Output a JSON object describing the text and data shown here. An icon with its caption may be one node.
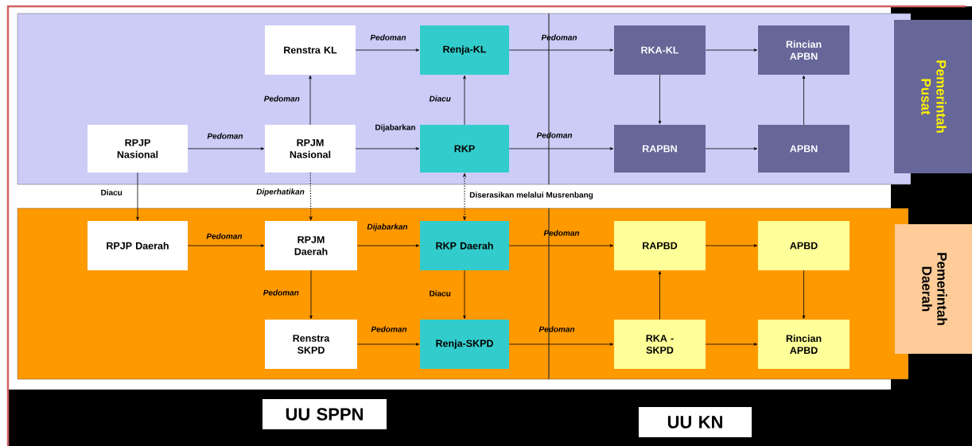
{
  "diagram": {
    "nodes": [
      {
        "text": [],
        "shape": "box"
      },
      {
        "text": [
          "Renstra KL"
        ],
        "in": 0
      },
      {
        "text": [
          "Renja-KL"
        ],
        "in": 0
      },
      {
        "text": [
          "RKA-KL"
        ],
        "in": 0
      },
      {
        "text": [
          "Rincian APBN"
        ],
        "in": 0
      },
      {
        "text": [
          "RPJP Nasional"
        ],
        "in": 0
      },
      {
        "text": [
          "RPJM Nasional"
        ],
        "in": 0
      },
      {
        "text": [
          "RKP"
        ],
        "in": 0
      },
      {
        "text": [
          "RAPBN"
        ],
        "in": 0
      },
      {
        "text": [
          "APBN"
        ],
        "in": 0
      },
      {
        "text": [],
        "shape": "box"
      },
      {
        "text": [
          "RPJP Daerah"
        ],
        "in": 10
      },
      {
        "text": [
          "RPJM Daerah"
        ],
        "in": 10
      },
      {
        "text": [
          "RKP Daerah"
        ],
        "in": 10
      },
      {
        "text": [
          "RAPBD"
        ],
        "in": 10
      },
      {
        "text": [
          "APBD"
        ],
        "in": 10
      },
      {
        "text": [
          "Renstra SKPD"
        ],
        "in": 10
      },
      {
        "text": [
          "Renja-SKPD"
        ],
        "in": 10
      },
      {
        "text": [
          "RKA - SKPD"
        ],
        "in": 10
      },
      {
        "text": [
          "Rincian APBD"
        ],
        "in": 10
      },
      {
        "text": [
          "Pemerintah Pusat"
        ]
      },
      {
        "text": [
          "Pemerintah Daerah"
        ]
      },
      {
        "text": [
          "UU SPPN"
        ]
      },
      {
        "text": [
          "UU KN"
        ]
      }
    ],
    "edges": [
      {
        "from": 1,
        "to": 2,
        "arrow": "to",
        "label": "Pedoman"
      },
      {
        "from": 2,
        "to": 3,
        "arrow": "to",
        "label": "Pedoman"
      },
      {
        "from": 3,
        "to": 4,
        "arrow": "to"
      },
      {
        "from": 3,
        "to": 8,
        "arrow": "to"
      },
      {
        "from": 9,
        "to": 4,
        "arrow": "to"
      },
      {
        "from": 8,
        "to": 9,
        "arrow": "to"
      },
      {
        "from": 5,
        "to": 6,
        "arrow": "to",
        "label": "Pedoman"
      },
      {
        "from": 6,
        "to": 1,
        "arrow": "to",
        "label": "Pedoman"
      },
      {
        "from": 6,
        "to": 7,
        "arrow": "to",
        "label": "Dijabarkan"
      },
      {
        "from": 7,
        "to": 2,
        "arrow": "to",
        "label": "Diacu"
      },
      {
        "from": 7,
        "to": 8,
        "arrow": "to",
        "label": "Pedoman"
      },
      {
        "from": 5,
        "to": 11,
        "arrow": "to",
        "label": "Diacu"
      },
      {
        "from": 6,
        "to": 12,
        "arrow": "to",
        "label": "Diperhatikan",
        "style": "dashed"
      },
      {
        "from": 7,
        "to": 13,
        "arrow": "both",
        "label": "Diserasikan melalui Musrenbang",
        "style": "dashed"
      },
      {
        "from": 11,
        "to": 12,
        "arrow": "to",
        "label": "Pedoman"
      },
      {
        "from": 12,
        "to": 13,
        "arrow": "to",
        "label": "Dijabarkan"
      },
      {
        "from": 12,
        "to": 16,
        "arrow": "to",
        "label": "Pedoman"
      },
      {
        "from": 13,
        "to": 17,
        "arrow": "to",
        "label": "Diacu"
      },
      {
        "from": 16,
        "to": 17,
        "arrow": "to",
        "label": "Pedoman"
      },
      {
        "from": 13,
        "to": 14,
        "arrow": "to",
        "label": "Pedoman"
      },
      {
        "from": 17,
        "to": 18,
        "arrow": "to",
        "label": "Pedoman"
      },
      {
        "from": 18,
        "to": 14,
        "arrow": "to"
      },
      {
        "from": 14,
        "to": 15,
        "arrow": "to"
      },
      {
        "from": 15,
        "to": 19,
        "arrow": "to"
      },
      {
        "from": 18,
        "to": 19,
        "arrow": "to"
      }
    ]
  }
}
